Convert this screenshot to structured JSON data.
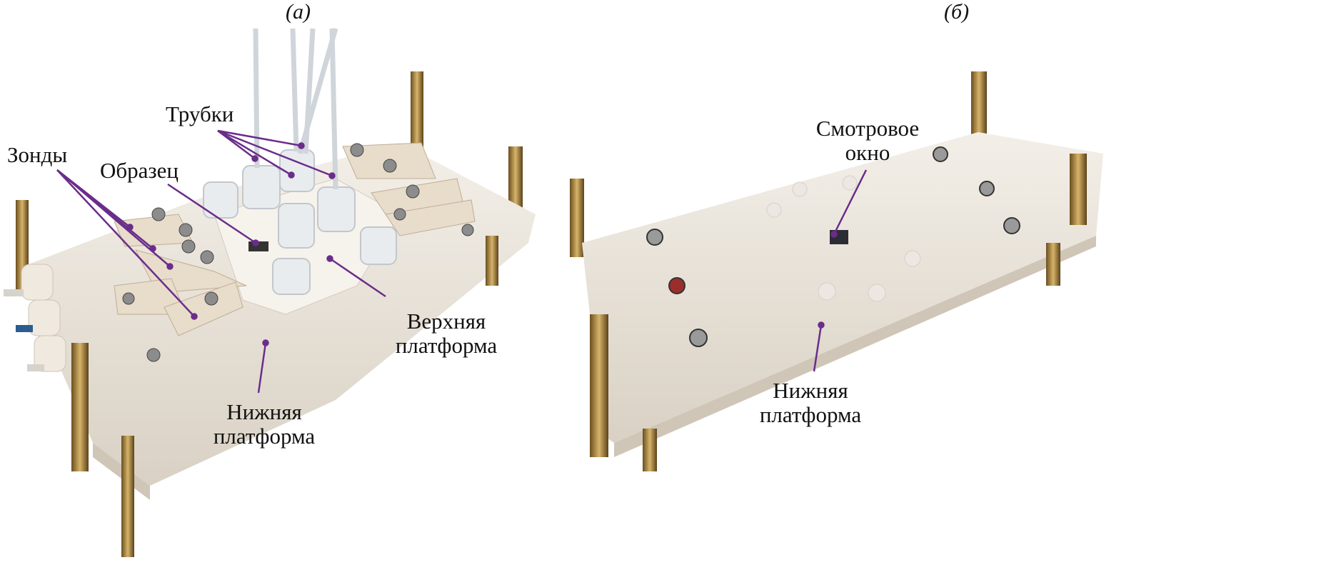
{
  "panels": {
    "a": {
      "tag": "(а)",
      "labels": {
        "tubes": "Трубки",
        "probes": "Зонды",
        "sample": "Образец",
        "upper_platform_1": "Верхняя",
        "upper_platform_2": "платформа",
        "lower_platform_1": "Нижняя",
        "lower_platform_2": "платформа"
      }
    },
    "b": {
      "tag": "(б)",
      "labels": {
        "window_1": "Смотровое",
        "window_2": "окно",
        "lower_platform_1": "Нижняя",
        "lower_platform_2": "платформа"
      }
    }
  },
  "colors": {
    "leader": "#6a2d8a",
    "platform": "#ece6dc",
    "brass": "#b08a3e"
  }
}
